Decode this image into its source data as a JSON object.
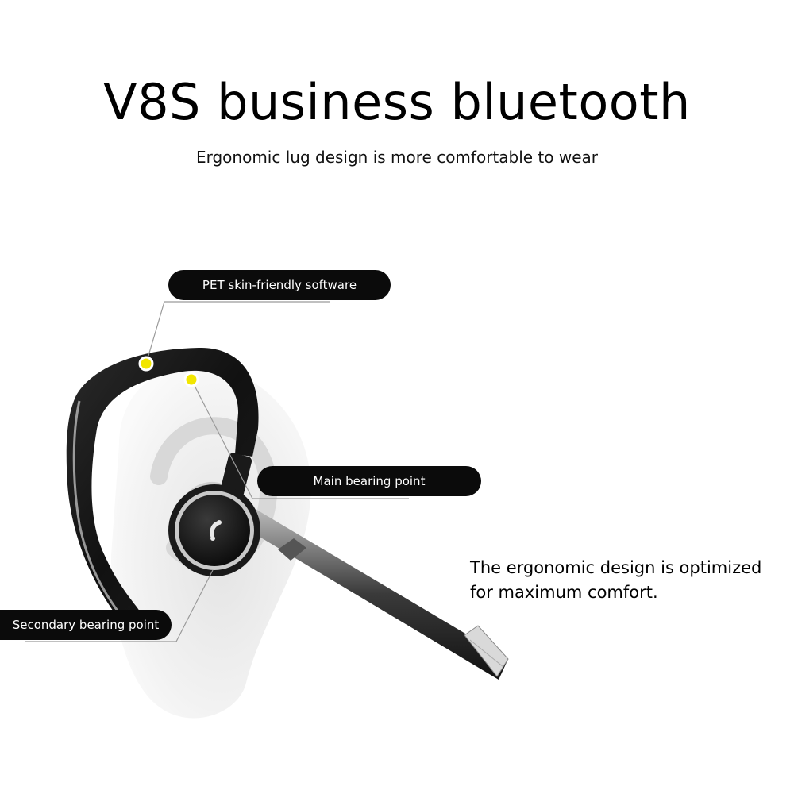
{
  "heading": {
    "title": "V8S business bluetooth",
    "subtitle": "Ergonomic lug design is more comfortable to wear"
  },
  "callouts": {
    "pet": "PET skin-friendly software",
    "main": "Main bearing point",
    "secondary": "Secondary bearing point"
  },
  "description": {
    "line1": "The ergonomic design is optimized",
    "line2": "for maximum comfort."
  },
  "colors": {
    "background": "#ffffff",
    "pill": "#0b0b0b",
    "highlight_dot": "#f2e600"
  },
  "icons": {
    "button": "phone-handset-icon"
  }
}
